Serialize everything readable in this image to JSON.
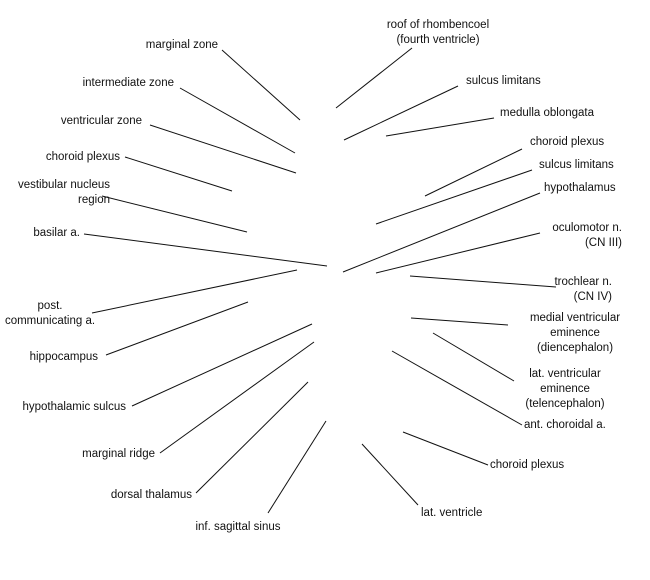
{
  "labels": [
    {
      "id": "roof-of-rhombencoel",
      "text": "roof of rhombencoel\n(fourth ventricle)"
    },
    {
      "id": "marginal-zone",
      "text": "marginal zone"
    },
    {
      "id": "sulcus-limitans-upper",
      "text": "sulcus limitans"
    },
    {
      "id": "intermediate-zone",
      "text": "intermediate zone"
    },
    {
      "id": "medulla-oblongata",
      "text": "medulla oblongata"
    },
    {
      "id": "ventricular-zone",
      "text": "ventricular zone"
    },
    {
      "id": "choroid-plexus-right-upper",
      "text": "choroid plexus"
    },
    {
      "id": "choroid-plexus-left",
      "text": "choroid plexus"
    },
    {
      "id": "sulcus-limitans-lower",
      "text": "sulcus limitans"
    },
    {
      "id": "vestibular-nucleus-region",
      "text": "vestibular nucleus\nregion"
    },
    {
      "id": "hypothalamus",
      "text": "hypothalamus"
    },
    {
      "id": "basilar-a",
      "text": "basilar a."
    },
    {
      "id": "oculomotor-n",
      "text": "oculomotor n.\n(CN III)"
    },
    {
      "id": "trochlear-n",
      "text": "trochlear n.\n(CN IV)"
    },
    {
      "id": "post-communicating-a",
      "text": "post.\ncommunicating a."
    },
    {
      "id": "medial-ventricular-eminence",
      "text": "medial ventricular\neminence\n(diencephalon)"
    },
    {
      "id": "hippocampus",
      "text": "hippocampus"
    },
    {
      "id": "lat-ventricular-eminence",
      "text": "lat. ventricular\neminence\n(telencephalon)"
    },
    {
      "id": "hypothalamic-sulcus",
      "text": "hypothalamic sulcus"
    },
    {
      "id": "ant-choroidal-a",
      "text": "ant. choroidal a."
    },
    {
      "id": "marginal-ridge",
      "text": "marginal ridge"
    },
    {
      "id": "choroid-plexus-right-lower",
      "text": "choroid plexus"
    },
    {
      "id": "dorsal-thalamus",
      "text": "dorsal thalamus"
    },
    {
      "id": "lat-ventricle",
      "text": "lat. ventricle"
    },
    {
      "id": "inf-sagittal-sinus",
      "text": "inf. sagittal sinus"
    }
  ],
  "colors": {
    "line": "#111111",
    "text": "#111111",
    "background": "#ffffff"
  }
}
